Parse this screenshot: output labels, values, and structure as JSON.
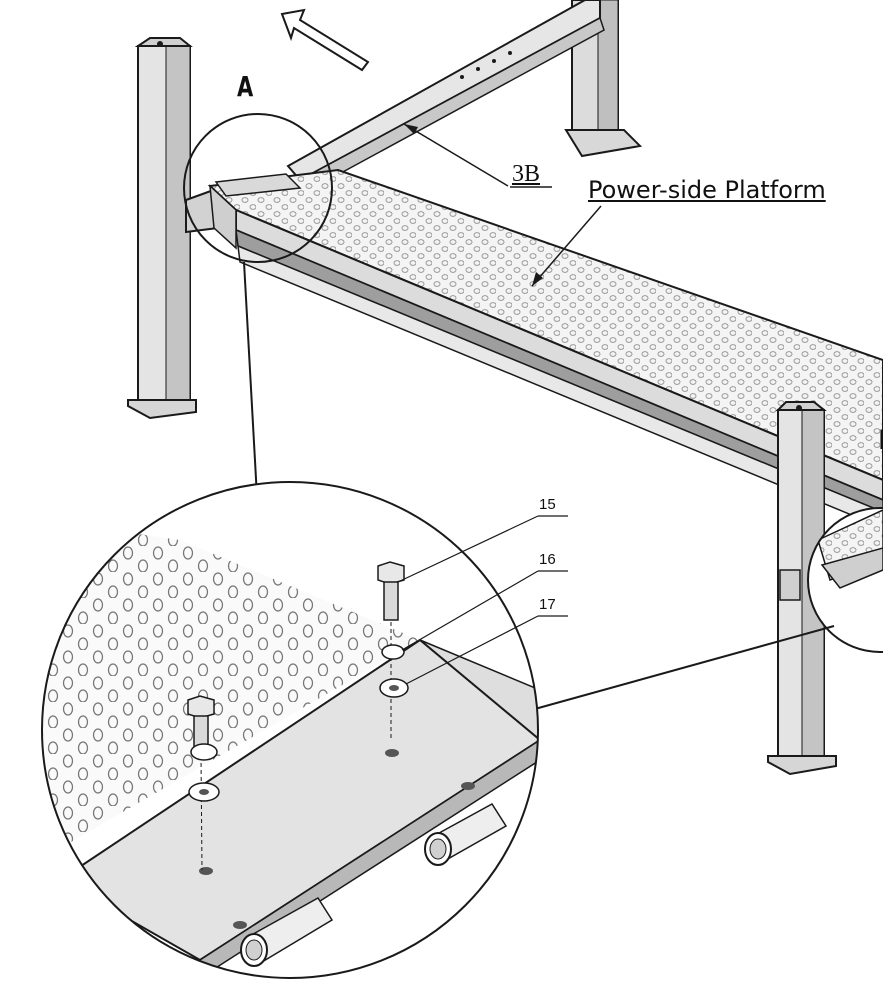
{
  "labels": {
    "detail_a": "A",
    "part_3b": "3B",
    "platform": "Power-side Platform",
    "part_15": "15",
    "part_16": "16",
    "part_17": "17",
    "edge_glyph": "l"
  },
  "colors": {
    "line": "#1a1a1a",
    "steel": "#e2e2e2",
    "steel_dark": "#bdbdbd",
    "perforation": "#9a9a9a"
  }
}
